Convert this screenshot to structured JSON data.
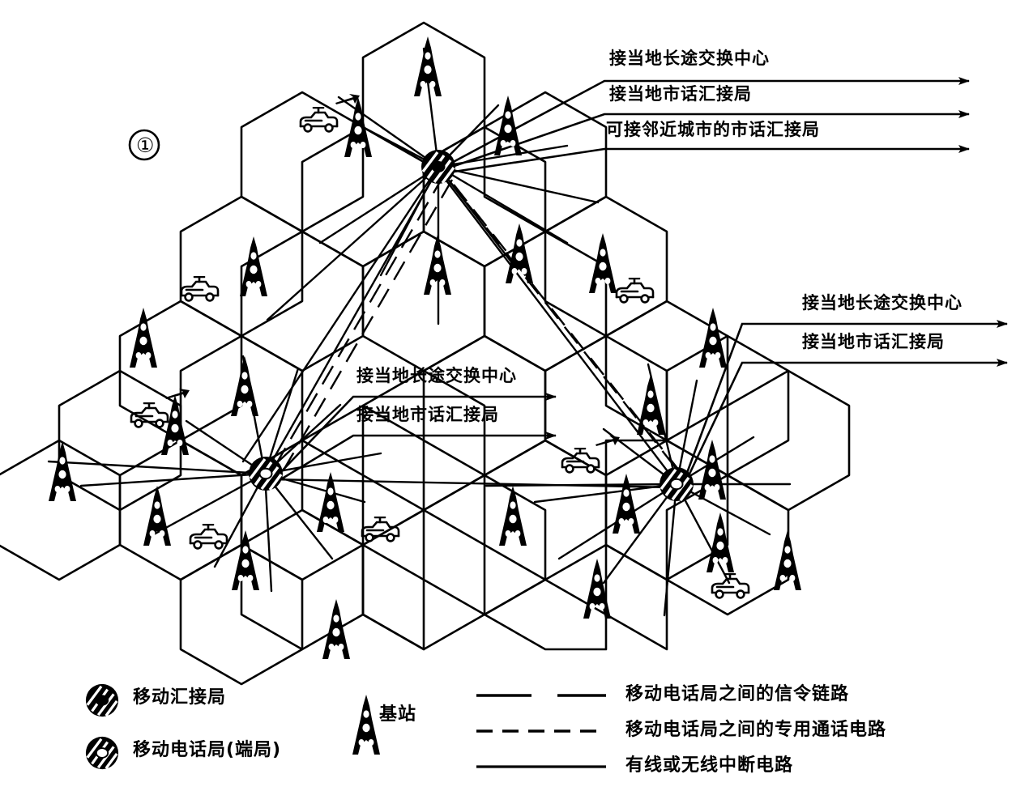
{
  "figure": {
    "marker": "①",
    "annotations": {
      "top_group": [
        "接当地长途交换中心",
        "接当地市话汇接局",
        "可接邻近城市的市话汇接局"
      ],
      "center_group": [
        "接当地长途交换中心",
        "接当地市话汇接局"
      ],
      "right_group": [
        "接当地长途交换中心",
        "接当地市话汇接局"
      ]
    }
  },
  "legend": {
    "symbols": [
      {
        "icon": "tandem-office-icon",
        "label": "移动汇接局"
      },
      {
        "icon": "mobile-telephone-office-icon",
        "label": "移动电话局(端局)"
      },
      {
        "icon": "base-station-tower-icon",
        "label": "基站"
      }
    ],
    "lines": [
      {
        "style": "long-dash",
        "label": "移动电话局之间的信令链路"
      },
      {
        "style": "dashed",
        "label": "移动电话局之间的专用通话电路"
      },
      {
        "style": "solid",
        "label": "有线或无线中断电路"
      }
    ]
  },
  "colors": {
    "ink": "#000000",
    "background": "#ffffff"
  }
}
